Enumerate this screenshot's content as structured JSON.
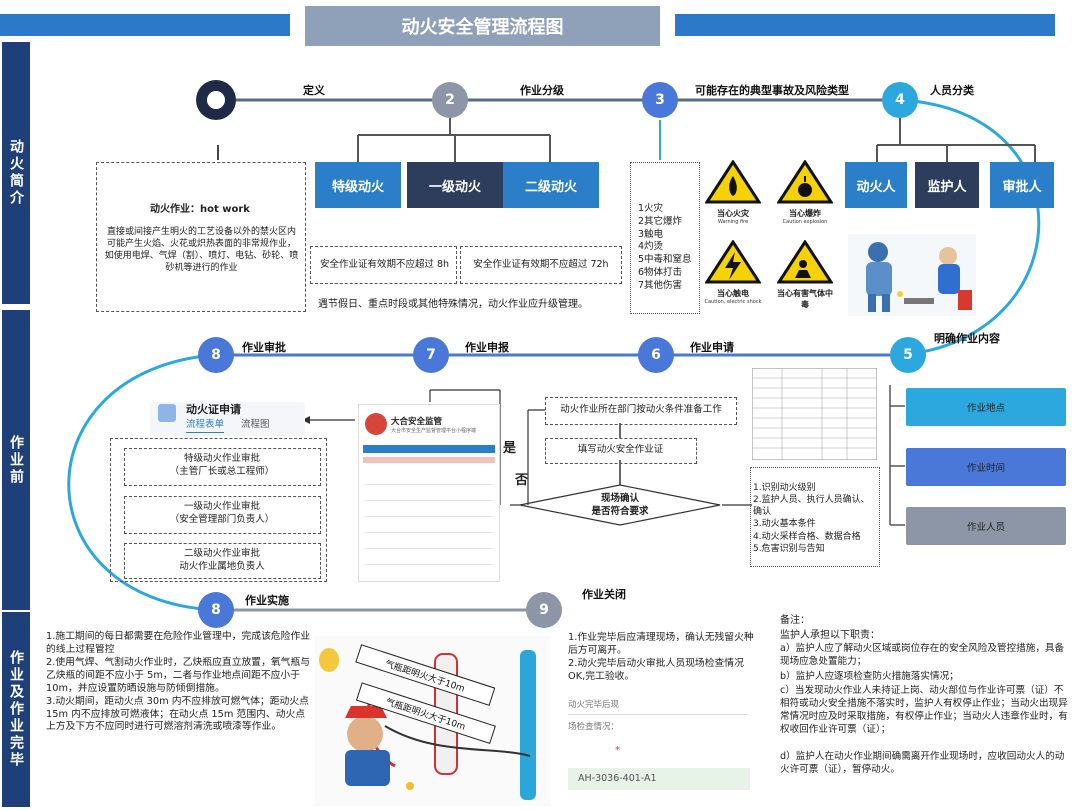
{
  "title": "动火安全管理流程图",
  "sections": {
    "intro": "动火简介",
    "before": "作业前",
    "during": "作业及作业完毕"
  },
  "nodes": [
    {
      "num": "2",
      "label": "作业分级"
    },
    {
      "num": "3",
      "label": "可能存在的典型事故及风险类型"
    },
    {
      "num": "4",
      "label": "人员分类"
    },
    {
      "num": "5",
      "label": "明确作业内容"
    },
    {
      "num": "6",
      "label": "作业申请"
    },
    {
      "num": "7",
      "label": "作业申报"
    },
    {
      "num": "8",
      "label": "作业审批"
    },
    {
      "num": "8",
      "label": "作业实施"
    },
    {
      "num": "9",
      "label": "作业关闭"
    }
  ],
  "definition_label": "定义",
  "definition": {
    "heading": "动火作业：hot work",
    "body": "直接或间接产生明火的工艺设备以外的禁火区内可能产生火焰、火花或炽热表面的非常规作业，如使用电焊、气焊（割）、喷灯、电钻、砂轮、喷砂机等进行的作业"
  },
  "grades": {
    "special": "特级动火",
    "first": "一级动火",
    "second": "二级动火",
    "validity_8h": "安全作业证有效期不应超过 8h",
    "validity_72h": "安全作业证有效期不应超过 72h",
    "holiday_note": "遇节假日、重点时段或其他特殊情况，动火作业应升级管理。"
  },
  "accidents": [
    "1火灾",
    "2其它爆炸",
    "3触电",
    "4灼烫",
    "5中毒和窒息",
    "6物体打击",
    "7其他伤害"
  ],
  "signs": [
    {
      "text": "当心火灾",
      "sub": "Warning fire"
    },
    {
      "text": "当心爆炸",
      "sub": "Caution explosion"
    },
    {
      "text": "当心触电",
      "sub": "Caution, electric shock"
    },
    {
      "text": "当心有害气体中毒",
      "sub": ""
    }
  ],
  "personnel": [
    "动火人",
    "监护人",
    "审批人"
  ],
  "work_content": [
    "作业地点",
    "作业时间",
    "作业人员"
  ],
  "application": {
    "step1": "动火作业所在部门按动火条件准备工作",
    "step2": "填写动火安全作业证",
    "decision": "现场确认\n是否符合要求",
    "yes": "是",
    "no": "否",
    "checklist": "1.识别动火级别\n2.监护人员、执行人员确认、确认\n3.动火基本条件\n4.动火采样合格、数据合格\n5.危害识别与告知"
  },
  "app_screen": {
    "name": "大合安全监管",
    "desc": "大合市安全生产监督管理平台小程序端"
  },
  "approval": {
    "header": "动火证申请",
    "tab1": "流程表单",
    "tab2": "流程图",
    "items": [
      "特级动火作业审批\n（主管厂长或总工程师）",
      "一级动火作业审批\n（安全管理部门负责人）",
      "二级动火作业审批\n动火作业属地负责人"
    ]
  },
  "implementation": "1.施工期间的每日都需要在危险作业管理中，完成该危险作业的线上过程管控\n2.使用气焊、气割动火作业时，乙炔瓶应直立放置，氧气瓶与乙炔瓶的间距不应小于 5m，二者与作业地点间距不应小于 10m，并应设置防晒设施与防倾倒措施。\n3.动火期间，距动火点 30m 内不应排放可燃气体；距动火点 15m 内不应排放可燃液体；在动火点 15m 范围内、动火点上方及下方不应同时进行可燃溶剂清洗或喷漆等作业。",
  "closing": {
    "text": "1.作业完毕后应清理现场，确认无残留火种后方可离开。\n2.动火完毕后动火审批人员现场检查情况OK,完工验收。",
    "field1": "动火完毕后现",
    "field2": "场检查情况：",
    "code": "AH-3036-401-A1"
  },
  "remarks": {
    "title": "备注：",
    "intro": "监护人承担以下职责：",
    "items": [
      "a）监护人应了解动火区域或岗位存在的安全风险及管控措施，具备现场应急处置能力；",
      "b）监护人应逐项检查防火措施落实情况；",
      "c）当发现动火作业人未持证上岗、动火部位与作业许可票（证）不相符或动火安全措施不落实时，监护人有权停止作业；当动火出现异常情况时应及时采取措施，有权停止作业；当动火人违章作业时，有权收回作业许可票（证）；",
      "d）监护人在动火作业期间确需离开作业现场时，应收回动火人的动火许可票（证），暂停动火。"
    ]
  },
  "gas_labels": [
    "气瓶距明火大于10m",
    "气瓶距明火大于10m"
  ],
  "colors": {
    "navy": "#1f3f79",
    "blue": "#2b7fc8",
    "dark": "#2c3e5c"
  }
}
